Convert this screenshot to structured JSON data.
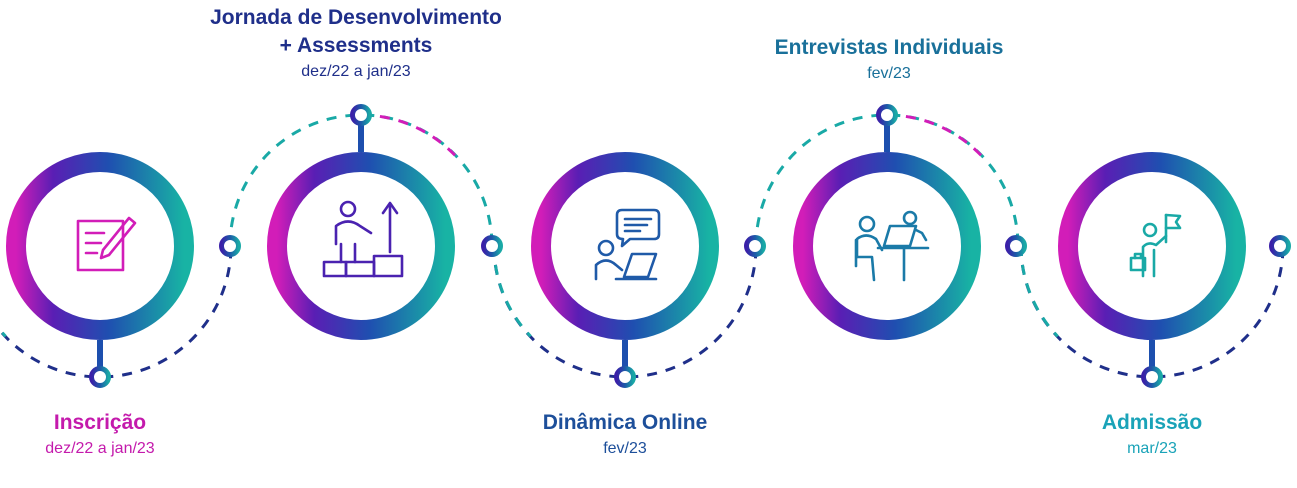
{
  "colors": {
    "magenta": "#d21db8",
    "purple": "#4a22b0",
    "blue": "#1d4fae",
    "teal": "#19a9a6",
    "navy": "#1f2f8a"
  },
  "steps": [
    {
      "title": "Inscrição",
      "title2": "",
      "date": "dez/22 a jan/23",
      "icon": "form-pen-icon",
      "color": "#c41aac"
    },
    {
      "title": "Jornada de Desenvolvimento",
      "title2": "+ Assessments",
      "date": "dez/22 a jan/23",
      "icon": "podium-growth-icon",
      "color": "#1f2f8a"
    },
    {
      "title": "Dinâmica Online",
      "title2": "",
      "date": "fev/23",
      "icon": "online-chat-laptop-icon",
      "color": "#1d4f9a"
    },
    {
      "title": "Entrevistas Individuais",
      "title2": "",
      "date": "fev/23",
      "icon": "interview-icon",
      "color": "#19709a"
    },
    {
      "title": "Admissão",
      "title2": "",
      "date": "mar/23",
      "icon": "flag-achievement-icon",
      "color": "#1aa3b8"
    }
  ]
}
